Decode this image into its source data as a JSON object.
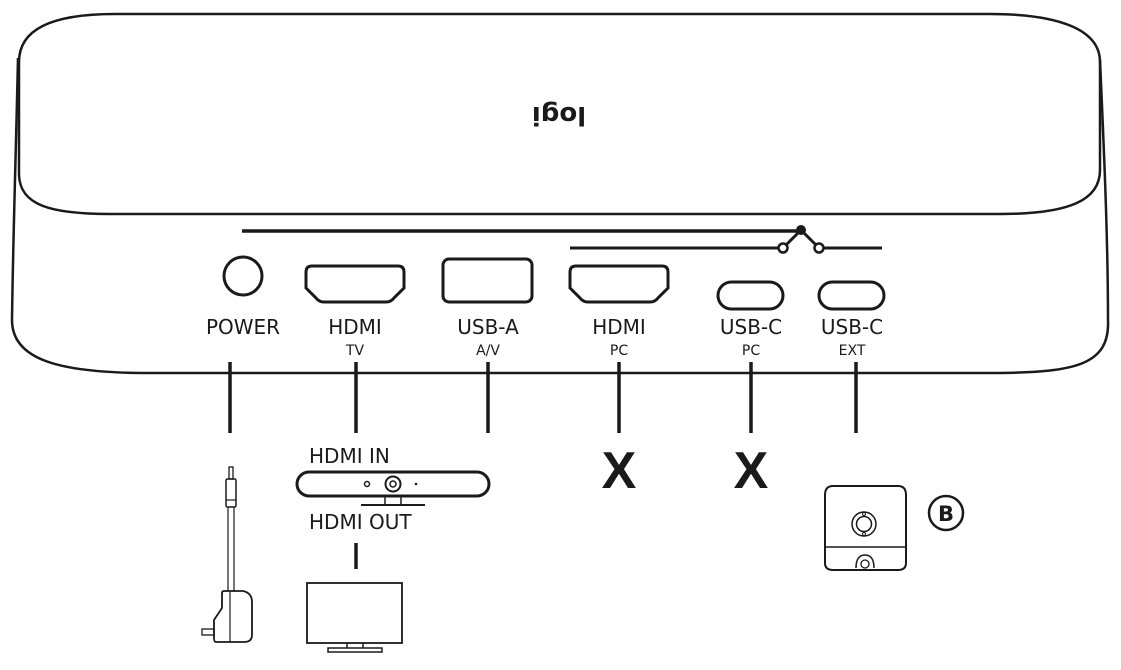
{
  "device": {
    "brand_logo": "logi",
    "logo_orientation": "upside-down",
    "ports": [
      {
        "id": "power",
        "label": "POWER",
        "sublabel": "",
        "shape": "round"
      },
      {
        "id": "hdmi-tv",
        "label": "HDMI",
        "sublabel": "TV",
        "shape": "hdmi"
      },
      {
        "id": "usb-a-av",
        "label": "USB-A",
        "sublabel": "A/V",
        "shape": "usb-a"
      },
      {
        "id": "hdmi-pc",
        "label": "HDMI",
        "sublabel": "PC",
        "shape": "hdmi"
      },
      {
        "id": "usb-c-pc",
        "label": "USB-C",
        "sublabel": "PC",
        "shape": "usb-c"
      },
      {
        "id": "usb-c-ext",
        "label": "USB-C",
        "sublabel": "EXT",
        "shape": "usb-c"
      }
    ],
    "switch_icon": "switch-toggle-icon"
  },
  "connections": {
    "power": {
      "target": "power-adapter-icon"
    },
    "hdmi_tv": {
      "target": "camera-bar",
      "label_in": "HDMI IN",
      "label_out": "HDMI OUT"
    },
    "usb_a_av": {
      "target": "camera-bar"
    },
    "hdmi_pc": {
      "mark": "X"
    },
    "usb_c_pc": {
      "mark": "X"
    },
    "usb_c_ext": {
      "target": "tap-controller-icon",
      "callout": "B"
    }
  },
  "tv": {
    "icon": "tv-display-icon"
  }
}
